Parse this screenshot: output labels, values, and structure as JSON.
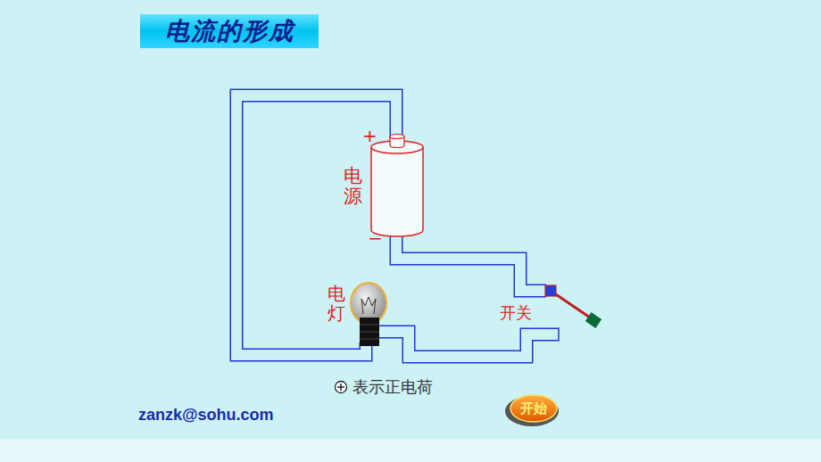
{
  "diagram": {
    "title": "电流的形成",
    "nodes": [
      {
        "text": [
          "开始"
        ]
      }
    ],
    "labels": [
      "+",
      "−",
      "电源",
      "电灯",
      "开关",
      "zanzk@sohu.com"
    ],
    "legend": [
      {
        "text": "表示正电荷"
      }
    ]
  }
}
